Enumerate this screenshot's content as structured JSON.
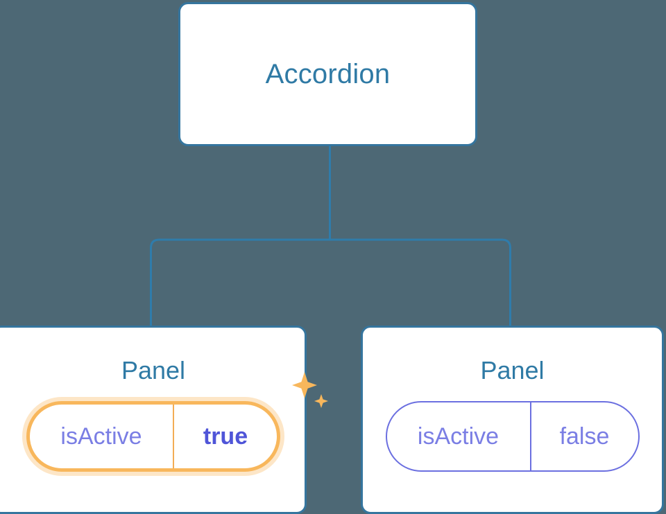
{
  "diagram": {
    "type": "component-tree",
    "background_color": "#4d6875",
    "node_border_color": "#35759e",
    "node_text_color": "#2f7aa5",
    "prop_key_color": "#7a7ee4",
    "prop_value_changed_color": "#4f55d8",
    "highlight_color": "#f8b75c"
  },
  "root": {
    "label": "Accordion"
  },
  "children": [
    {
      "label": "Panel",
      "highlighted": true,
      "prop": {
        "key": "isActive",
        "value": "true"
      },
      "sparkle_icon": "sparkle-icon"
    },
    {
      "label": "Panel",
      "highlighted": false,
      "prop": {
        "key": "isActive",
        "value": "false"
      }
    }
  ]
}
